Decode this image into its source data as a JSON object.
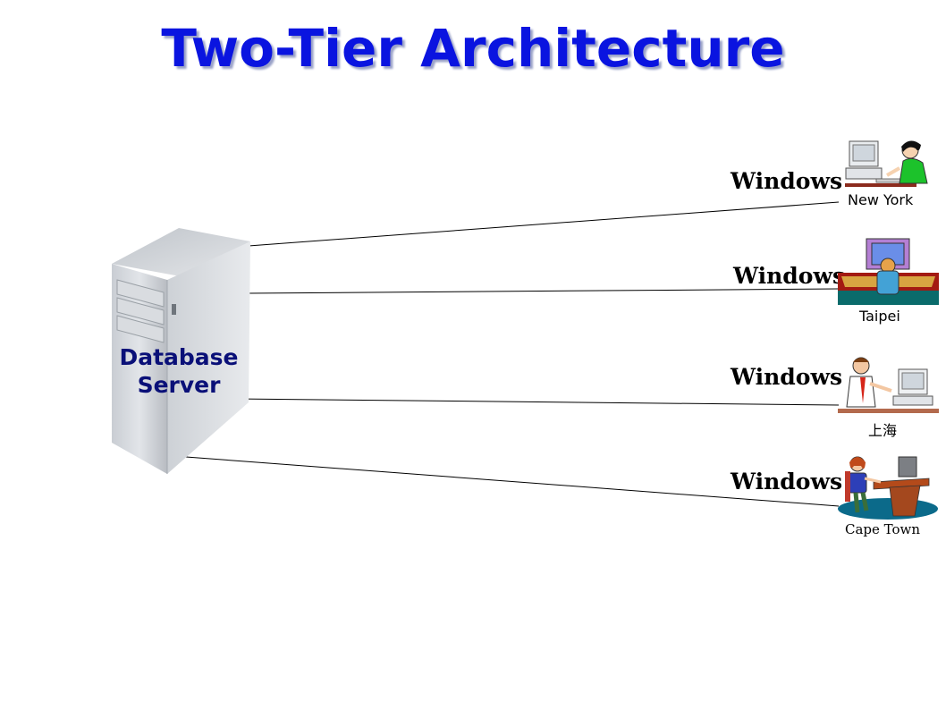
{
  "title": "Two-Tier Architecture",
  "server": {
    "label_line1": "Database",
    "label_line2": "Server",
    "icon": "server-tower-icon"
  },
  "clients": [
    {
      "os": "Windows",
      "city": "New York",
      "icon": "user-at-computer-icon"
    },
    {
      "os": "Windows",
      "city": "Taipei",
      "icon": "user-at-monitor-icon"
    },
    {
      "os": "Windows",
      "city": "上海",
      "icon": "businessman-at-computer-icon"
    },
    {
      "os": "Windows",
      "city": "Cape Town",
      "icon": "woman-at-desk-icon"
    }
  ],
  "colors": {
    "title": "#0a14e0",
    "server_label": "#0a1078"
  }
}
